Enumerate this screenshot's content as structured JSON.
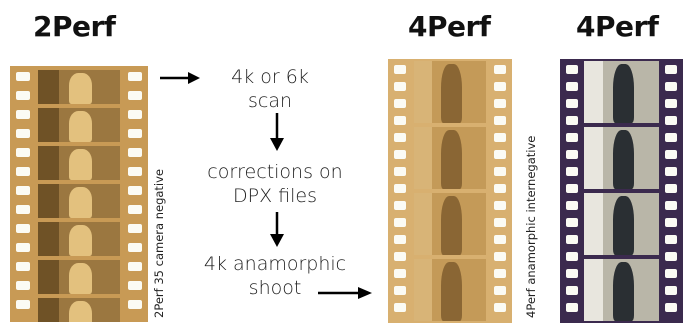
{
  "headings": {
    "left": "2Perf",
    "middle": "4Perf",
    "right": "4Perf"
  },
  "steps": {
    "scan": [
      "4k or 6k",
      "scan"
    ],
    "corrections": [
      "corrections on",
      "DPX files"
    ],
    "shoot": [
      "4k anamorphic",
      "shoot"
    ]
  },
  "strip_labels": {
    "left": "2Perf 35 camera negative",
    "middle": "4Perf anamorphic internegative"
  },
  "colors": {
    "negative_base": "#c89a55",
    "negative_frame": "#b98a48",
    "internegative_base": "#d8b070",
    "print_base": "#3b2a4e",
    "print_frame": "#b9b6a8",
    "arrow": "#000000"
  }
}
